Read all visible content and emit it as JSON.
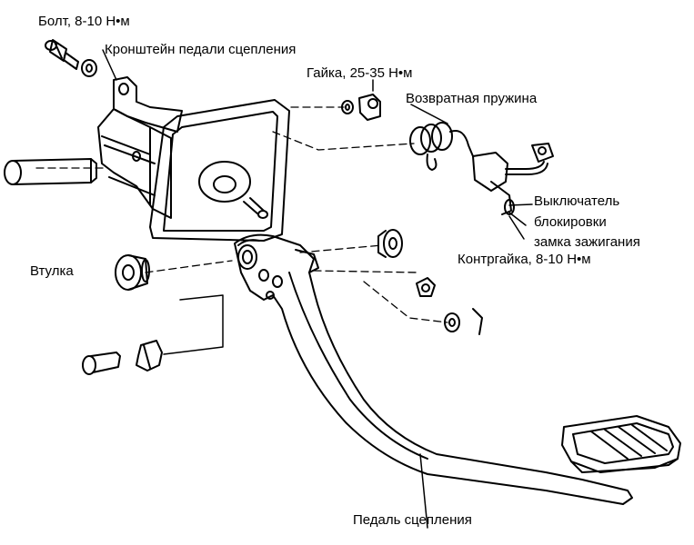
{
  "labels": {
    "bolt": "Болт, 8-10 Н•м",
    "bracket": "Кронштейн педали сцепления",
    "nut": "Гайка, 25-35 Н•м",
    "return_spring": "Возвратная пружина",
    "switch_line1": "Выключатель",
    "switch_line2": "блокировки",
    "switch_line3": "замка зажигания",
    "locknut": "Контргайка, 8-10 Н•м",
    "bushing": "Втулка",
    "clutch_pedal": "Педаль сцепления"
  }
}
